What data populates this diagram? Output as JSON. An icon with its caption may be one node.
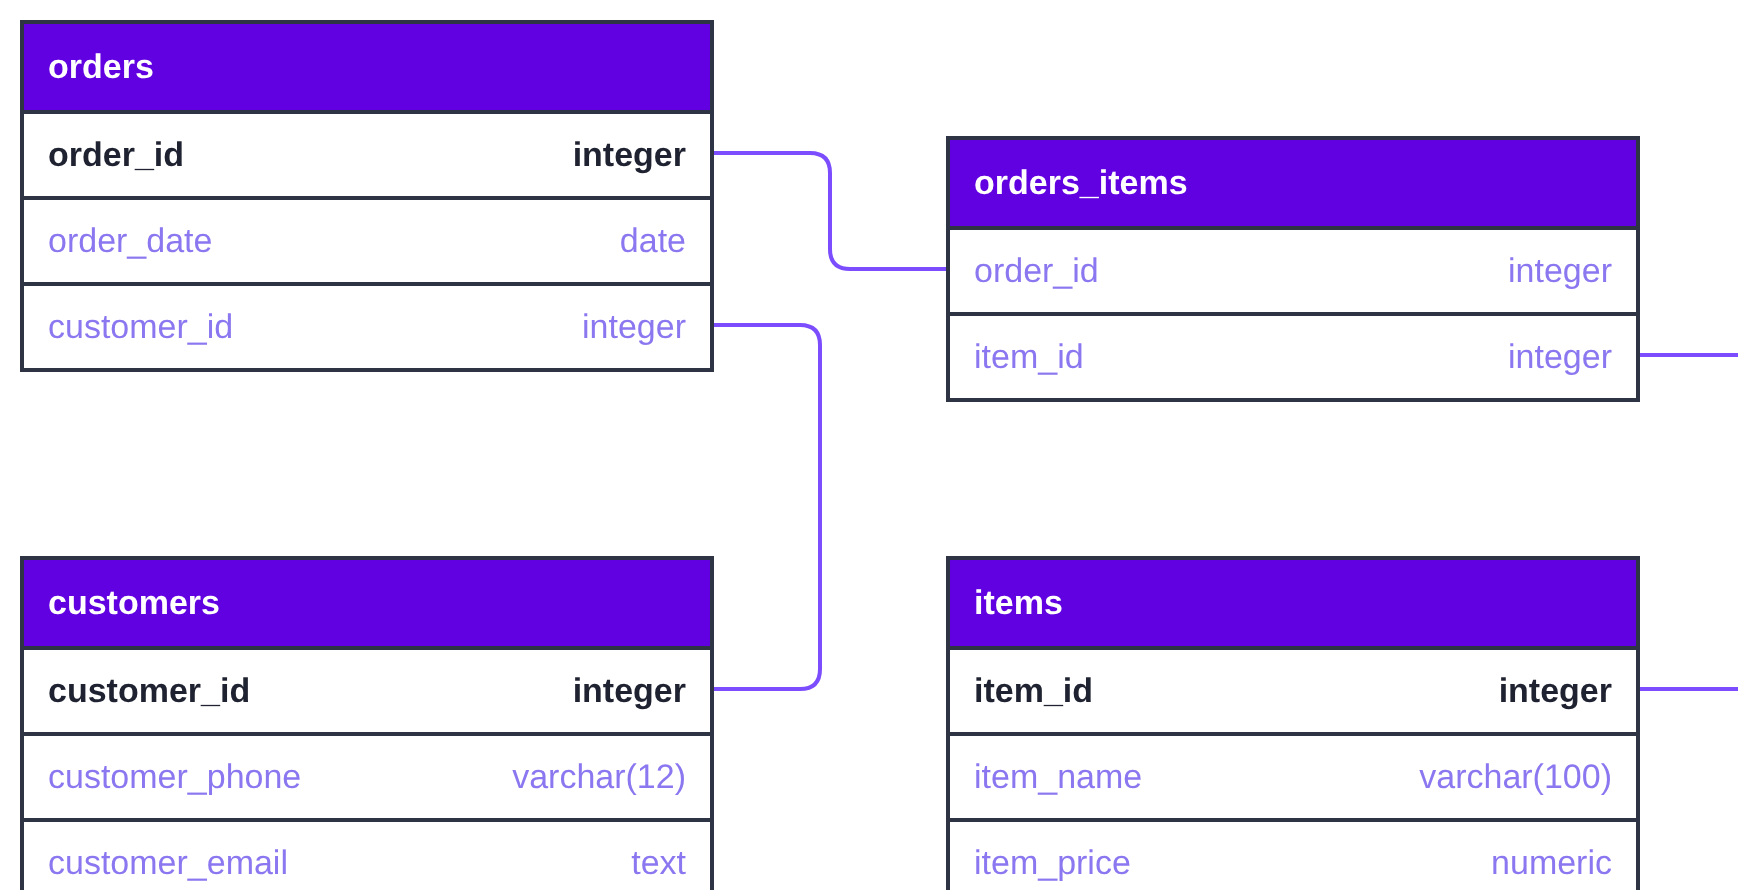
{
  "diagram": {
    "nodes": [
      {
        "text": [
          "orders"
        ]
      },
      {
        "text": [
          "order_id",
          "integer"
        ],
        "in": 0
      },
      {
        "text": [
          "order_date",
          "date"
        ],
        "in": 0
      },
      {
        "text": [
          "customer_id",
          "integer"
        ],
        "in": 0
      },
      {
        "text": [
          "orders_items"
        ]
      },
      {
        "text": [
          "order_id",
          "integer"
        ],
        "in": 4
      },
      {
        "text": [
          "item_id",
          "integer"
        ],
        "in": 4
      },
      {
        "text": [
          "customers"
        ]
      },
      {
        "text": [
          "customer_id",
          "integer"
        ],
        "in": 7
      },
      {
        "text": [
          "customer_phone",
          "varchar(12)"
        ],
        "in": 7
      },
      {
        "text": [
          "customer_email",
          "text"
        ],
        "in": 7
      },
      {
        "text": [
          "items"
        ]
      },
      {
        "text": [
          "item_id",
          "integer"
        ],
        "in": 11
      },
      {
        "text": [
          "item_name",
          "varchar(100)"
        ],
        "in": 11
      },
      {
        "text": [
          "item_price",
          "numeric"
        ],
        "in": 11
      }
    ],
    "edges": [
      {
        "from": 1,
        "to": 5,
        "arrow": "none"
      },
      {
        "from": 3,
        "to": 8,
        "arrow": "none"
      },
      {
        "from": 6,
        "to": null,
        "arrow": "none"
      },
      {
        "from": 12,
        "to": null,
        "arrow": "none"
      }
    ]
  }
}
